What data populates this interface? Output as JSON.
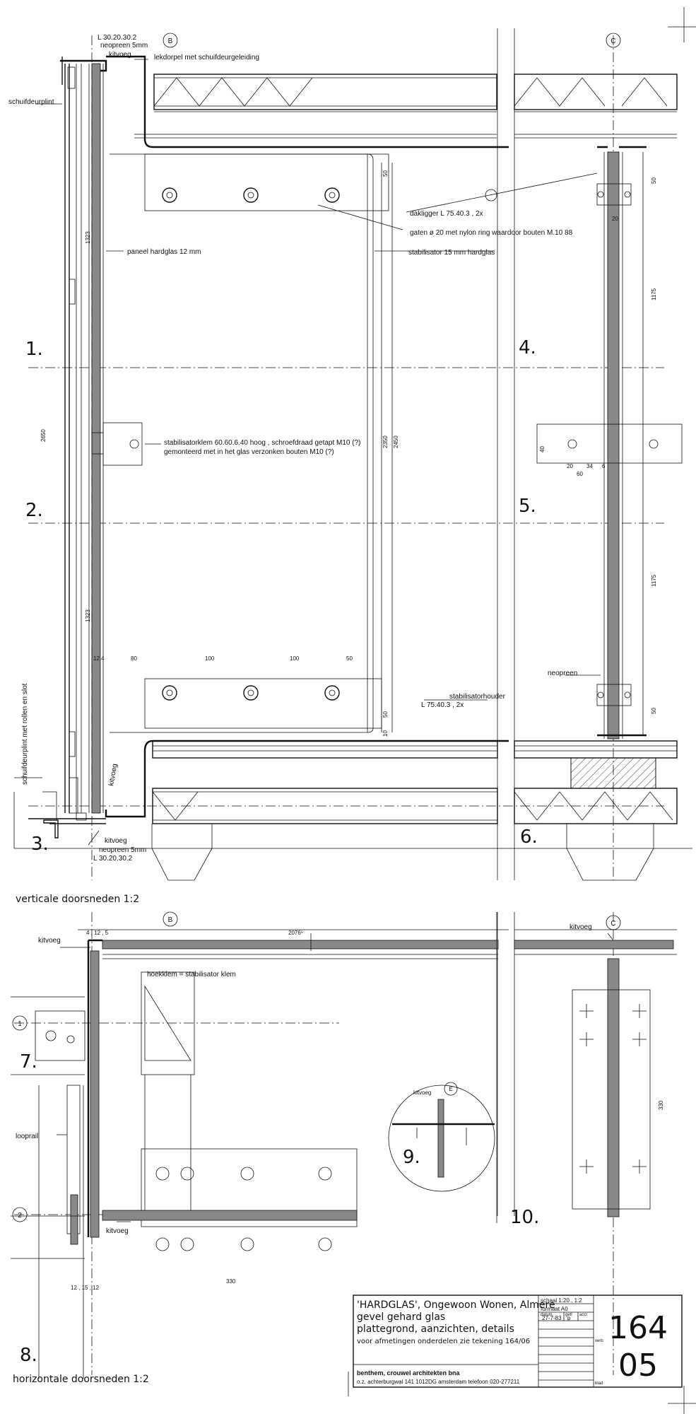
{
  "grid": {
    "b": "B",
    "c": "C",
    "e": "E",
    "one": "1",
    "two": "2"
  },
  "sections": {
    "s1": "1.",
    "s2": "2.",
    "s3": "3.",
    "s4": "4.",
    "s5": "5.",
    "s6": "6.",
    "s7": "7.",
    "s8": "8.",
    "s9": "9.",
    "s10": "10."
  },
  "captions": {
    "vertical": "verticale doorsneden 1:2",
    "horizontal": "horizontale doorsneden 1:2"
  },
  "labels": {
    "l30_top": "L 30.20.30.2",
    "neopreen_top": "neopreen 5mm",
    "kitvoeg_top": "kitvoeg",
    "lekdorpel": "lekdorpel met schuifdeurgeleiding",
    "schuifdeurplint": "schuifdeurplint",
    "dakligger": "dakligger L 75.40.3 , 2x",
    "gaten": "gaten ø 20 met nylon ring waardoor bouten M.10 88",
    "stabilisator": "stabilisator 15 mm hardglas",
    "paneel": "paneel hardglas 12 mm",
    "klem1": "stabilisatorklem 60.60.6.40 hoog , schroefdraad getapt M10 (?)",
    "klem2": "gemonteerd met in het glas verzonken bouten M10 (?)",
    "schuifdeurplint_rollen": "schuifdeurplint met rollen en slot",
    "kitvoeg_mid": "kitvoeg",
    "neopreen_mid": "neopreen",
    "houder1": "stabilisatorhouder",
    "houder2": "L 75.40.3 , 2x",
    "kitvoeg_bot": "kitvoeg",
    "neopreen_bot": "neopreen 5mm",
    "l30_bot": "L 30.20.30.2",
    "kitvoeg_h1": "kitvoeg",
    "kitvoeg_h2": "kitvoeg",
    "hoekklem": "hoekklem = stabilisator klem",
    "kitvoeg_9": "kitvoeg",
    "looprail": "looprail",
    "kitvoeg_8": "kitvoeg"
  },
  "dims": {
    "d2650": "2650",
    "d2350": "2350",
    "d2450": "2450",
    "d1323a": "1323",
    "d1323b": "1323",
    "d1175a": "1175",
    "d1175b": "1175",
    "d50a": "50",
    "d50b": "50",
    "d50c": "50",
    "d50d": "50",
    "d80": "80",
    "d100a": "100",
    "d100b": "100",
    "d50e": "50",
    "d12_4": "12   4",
    "d10": "10",
    "d20a": "20",
    "d20b": "20",
    "d34": "34",
    "d6": "6",
    "d60": "60",
    "d40": "40",
    "d4_12_5": "4 , 12 , 5",
    "d2076": "2076⁵",
    "d330a": "330",
    "d330b": "330",
    "d12_15_12": "12 , 15 , 12"
  },
  "title_block": {
    "line1": "'HARDGLAS', Ongewoon Wonen, Almere",
    "line2": "gevel gehard glas",
    "line3": "plattegrond, aanzichten, details",
    "line4": "voor afmetingen onderdelen zie tekening 164/06",
    "office1": "benthem, crouwel architekten bna",
    "office2": "o.z. achterburgwal 141 1012DG amsterdam  telefoon 020-277211",
    "schaal": "schaal 1:20 , 1:2",
    "formaat": "formaat A0",
    "datum_label": "datum",
    "datum": "27-7-83",
    "getl": "getl",
    "getl_val": "p",
    "accr": "accr",
    "verb": "verb",
    "blad": "blad",
    "num1": "164",
    "num2": "05"
  }
}
